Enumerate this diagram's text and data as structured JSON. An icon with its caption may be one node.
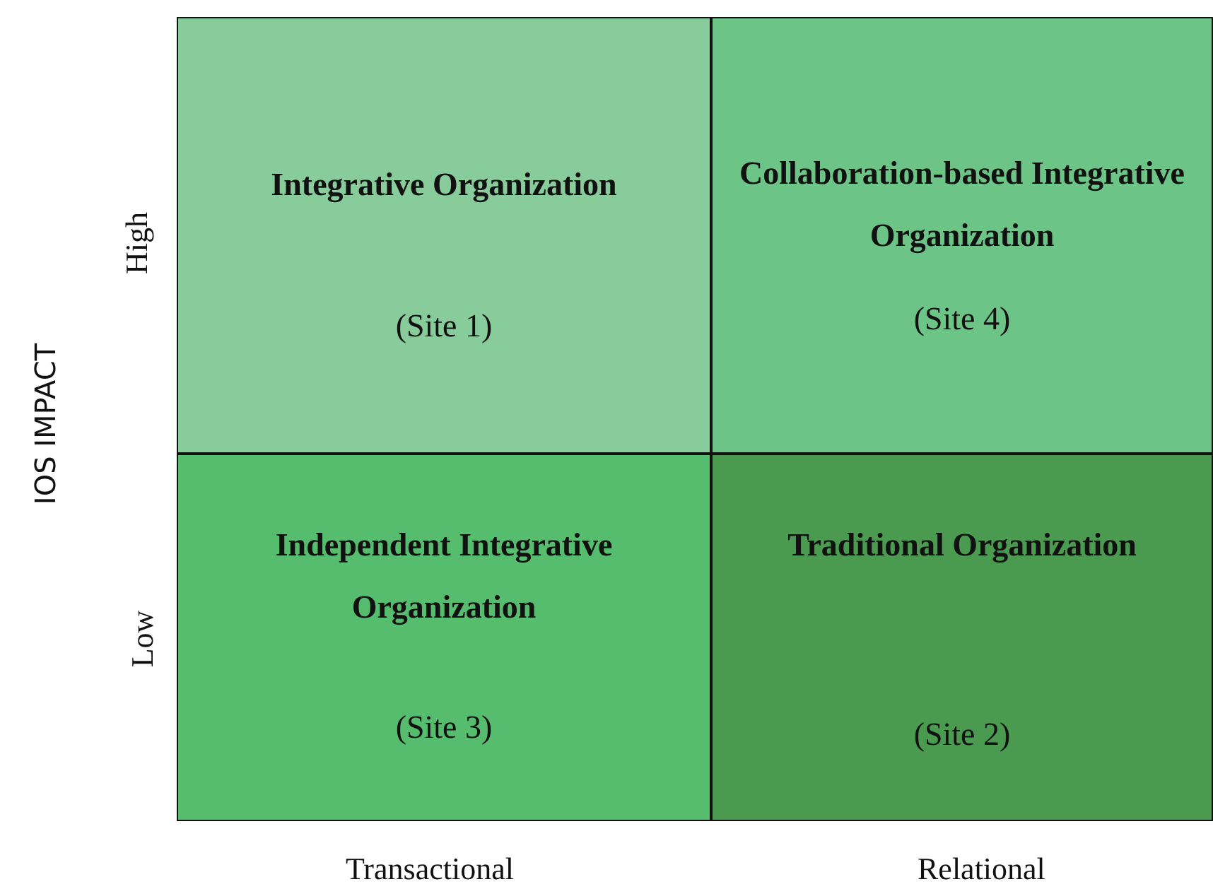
{
  "diagram": {
    "nodes": [
      {
        "text": [
          "Integrative Organization",
          "(Site 1)"
        ]
      },
      {
        "text": [
          "Collaboration-based Integrative Organization",
          "(Site 4)"
        ]
      },
      {
        "text": [
          "Independent Integrative Organization",
          "(Site 3)"
        ]
      },
      {
        "text": [
          "Traditional Organization",
          "(Site 2)"
        ]
      }
    ],
    "edges": [],
    "labels": [
      "IOS IMPACT",
      "High",
      "Low",
      "Transactional",
      "Relational"
    ]
  }
}
